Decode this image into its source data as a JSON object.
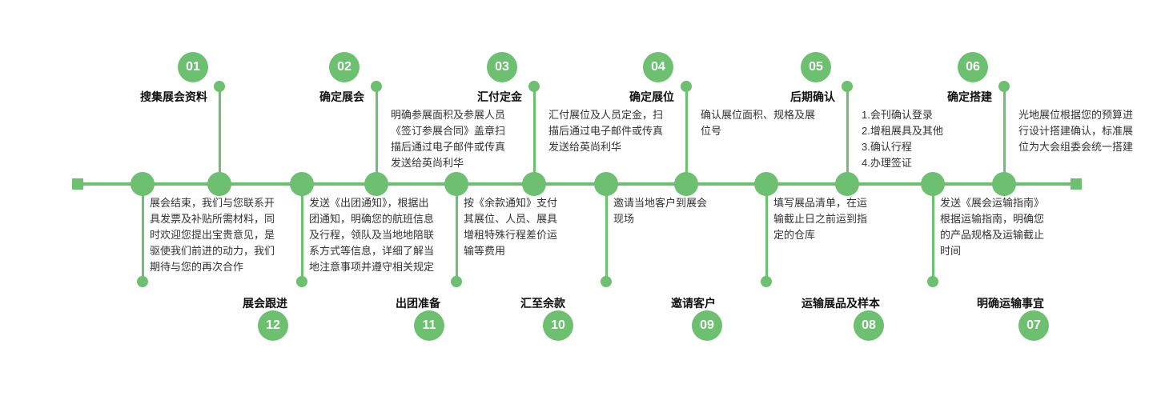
{
  "colors": {
    "accent": "#6cc070",
    "text": "#333333",
    "title": "#111111"
  },
  "steps_top": [
    {
      "num": "01",
      "title": "搜集展会资料",
      "lines": []
    },
    {
      "num": "02",
      "title": "确定展会",
      "lines": [
        "明确参展面积及参展人员",
        "《签订参展合同》盖章扫",
        "描后通过电子邮件或传真",
        "发送给英尚利华"
      ]
    },
    {
      "num": "03",
      "title": "汇付定金",
      "lines": [
        "汇付展位及人员定金，扫",
        "描后通过电子邮件或传真",
        "发送给英尚利华"
      ]
    },
    {
      "num": "04",
      "title": "确定展位",
      "lines": [
        "确认展位面积、规格及展",
        "位号"
      ]
    },
    {
      "num": "05",
      "title": "后期确认",
      "lines": [
        "1.会刊确认登录",
        "2.增租展具及其他",
        "3.确认行程",
        "4.办理签证"
      ]
    },
    {
      "num": "06",
      "title": "确定搭建",
      "lines": [
        "光地展位根据您的预算进",
        "行设计搭建确认，标准展",
        "位为大会组委会统一搭建"
      ]
    }
  ],
  "steps_bottom": [
    {
      "num": "12",
      "title": "展会跟进",
      "lines": [
        "展会结束，我们与您联系开",
        "具发票及补贴所需材料，同",
        "时欢迎您提出宝贵意见，是",
        "驱使我们前进的动力，我们",
        "期待与您的再次合作"
      ]
    },
    {
      "num": "11",
      "title": "出团准备",
      "lines": [
        "发送《出团通知》，根据出",
        "团通知，明确您的航班信息",
        "及行程，领队及当地地陪联",
        "系方式等信息，详细了解当",
        "地注意事项并遵守相关规定"
      ]
    },
    {
      "num": "10",
      "title": "汇至余款",
      "lines": [
        "按《余款通知》支付",
        "其展位、人员、展具",
        "增租特殊行程差价运",
        "输等费用"
      ]
    },
    {
      "num": "09",
      "title": "邀请客户",
      "lines": [
        "邀请当地客户到展会",
        "现场"
      ]
    },
    {
      "num": "08",
      "title": "运输展品及样本",
      "lines": [
        "填写展品清单，在运",
        "输截止日之前运到指",
        "定的仓库"
      ]
    },
    {
      "num": "07",
      "title": "明确运输事宜",
      "lines": [
        "发送《展会运输指南》",
        "根据运输指南，明确您",
        "的产品规格及运输截止",
        "时间"
      ]
    }
  ]
}
